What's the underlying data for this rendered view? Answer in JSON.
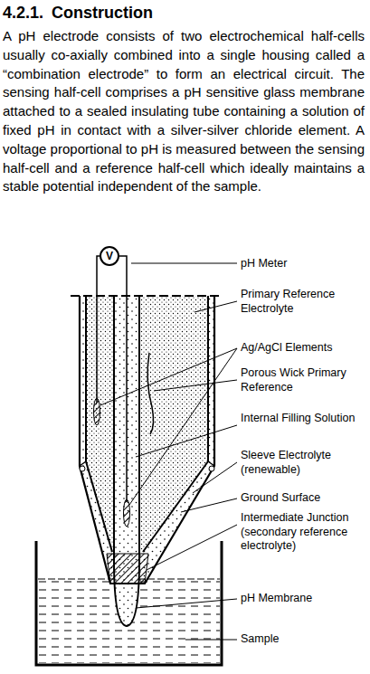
{
  "diagram": {
    "title": "4.2.1. Construction",
    "nodes": [
      {
        "text": [
          "V"
        ]
      }
    ],
    "edges": [],
    "labels": [
      "A pH electrode consists of two electrochemical half-cells usually co-axially combined into a single housing called a “combination electrode” to form an electrical circuit. The sensing half-cell comprises a pH sensitive glass membrane attached to a sealed insulating tube containing a solution of fixed pH in contact with a silver-silver chloride element. A voltage proportional to pH is measured between the sensing half-cell and a reference half-cell which ideally maintains a stable potential independent of the sample.",
      "pH Meter",
      "Primary Reference Electrolyte",
      "Ag/AgCl Elements",
      "Porous Wick Primary Reference",
      "Internal Filling Solution",
      "Sleeve Electrolyte (renewable)",
      "Ground Surface",
      "Intermediate Junction (secondary reference electrolyte)",
      "pH Membrane",
      "Sample"
    ]
  }
}
